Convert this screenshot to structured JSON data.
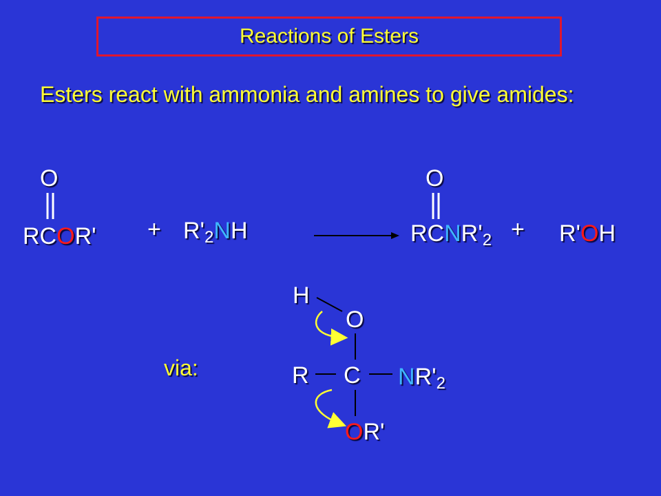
{
  "slide": {
    "title": "Reactions of Esters",
    "subtitle": "Esters react with ammonia and amines to give amides:"
  },
  "reaction": {
    "ester": {
      "o_top": "O",
      "r": "RC",
      "o": "O",
      "r2": "R'"
    },
    "plus1": "+",
    "amine": {
      "r": "R'",
      "sub": "2",
      "n": "NH"
    },
    "amide": {
      "o_top": "O",
      "r": "RC",
      "n": "N",
      "r2": "R'",
      "sub": "2"
    },
    "plus2": "+",
    "alcohol": {
      "r": "R'",
      "o": "O",
      "h": "H"
    }
  },
  "intermediate": {
    "via_label": "via:",
    "h": "H",
    "o_top": "O",
    "r": "R",
    "c": "C",
    "nr2": {
      "n": "N",
      "r": "R'",
      "sub": "2"
    },
    "or": {
      "o": "O",
      "r": "R'"
    }
  },
  "colors": {
    "background": "#2a35d6",
    "title_border": "#e0162e",
    "yellow_text": "#ffff33",
    "oxygen_red": "#ff1a1a",
    "nitrogen_blue": "#3fb6ff",
    "arrow_yellow": "#ffff33"
  }
}
